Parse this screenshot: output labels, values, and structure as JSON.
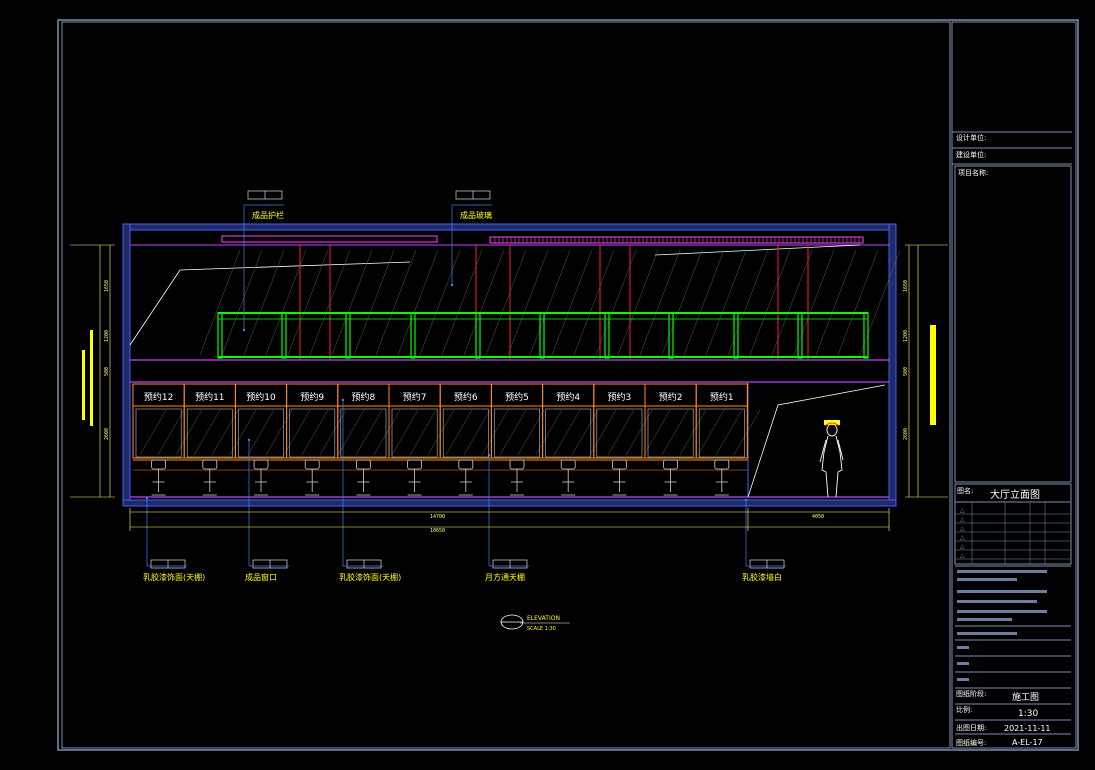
{
  "title_block": {
    "field_1": "设计单位:",
    "field_2": "建设单位:",
    "project_name_label": "项目名称:",
    "drawing_name_label": "图名:",
    "drawing_name": "大厅立面图",
    "stage_label": "图纸阶段:",
    "stage_value": "施工图",
    "scale_label": "比例:",
    "scale_value": "1:30",
    "date_label": "出图日期:",
    "date_value": "2021-11-11",
    "number_label": "图纸编号:",
    "number_value": "A-EL-17"
  },
  "booths": [
    "预约12",
    "预约11",
    "预约10",
    "预约9",
    "预约8",
    "预约7",
    "预约6",
    "预约5",
    "预约4",
    "预约3",
    "预约2",
    "预约1"
  ],
  "callouts_top": [
    "成品护栏",
    "成品玻璃"
  ],
  "callouts_bottom": [
    "乳胶漆饰面(天棚)",
    "成品窗口",
    "乳胶漆饰面(天棚)",
    "月方通天棚",
    "乳胶漆墙白"
  ],
  "elevation_title": "ELEVATION",
  "elevation_sub": "SCALE 1:30",
  "dims": {
    "bottom_total": "14700",
    "bottom_left": "10650",
    "bottom_right": "4050",
    "left_1": "1650",
    "left_2": "1200",
    "left_3": "500",
    "left_4": "2600",
    "right_1": "1650",
    "right_2": "1200",
    "right_3": "500",
    "right_4": "2600"
  },
  "colors": {
    "frame": "#7a8fb0",
    "booth": "#ff8c1a",
    "railing": "#00ff00",
    "column": "#ff2020",
    "slab": "#c040ff",
    "leader": "#4080ff"
  }
}
